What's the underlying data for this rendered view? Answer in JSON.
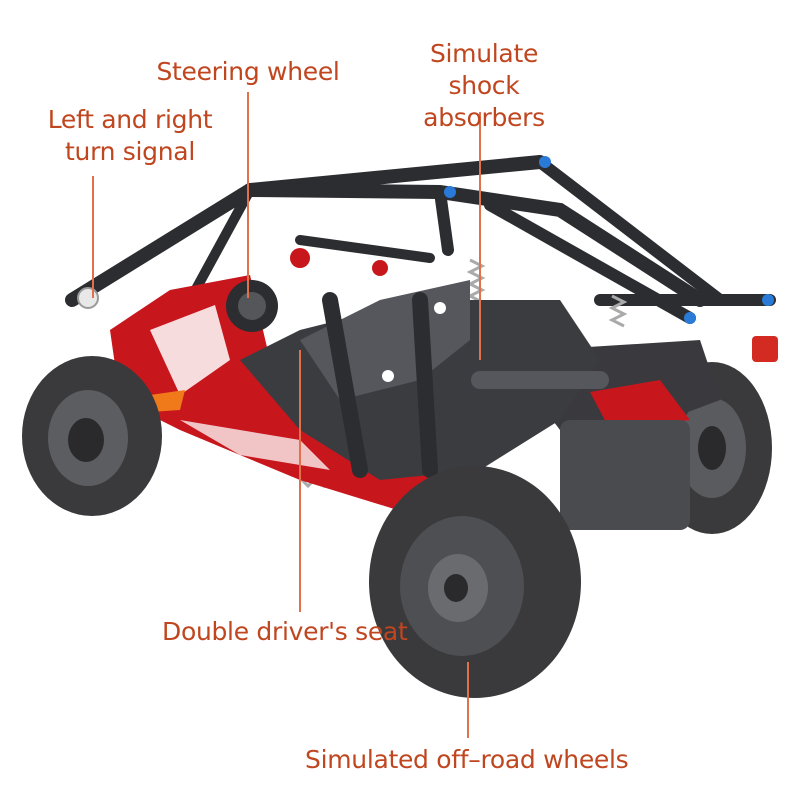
{
  "image": {
    "subject": "red building-block off-road buggy toy",
    "colors": {
      "label_text": "#c0461f",
      "callout_line": "#e0714a",
      "body_red": "#c8161d",
      "frame_dark": "#2b2d31",
      "tire": "#3a3a3c",
      "background": "#ffffff"
    }
  },
  "callouts": {
    "turn_signal": "Left and right turn signal",
    "steering_wheel": "Steering wheel",
    "shock_absorbers": "Simulate shock absorbers",
    "drivers_seat": "Double driver's seat",
    "offroad_wheels": "Simulated off–road wheels"
  }
}
